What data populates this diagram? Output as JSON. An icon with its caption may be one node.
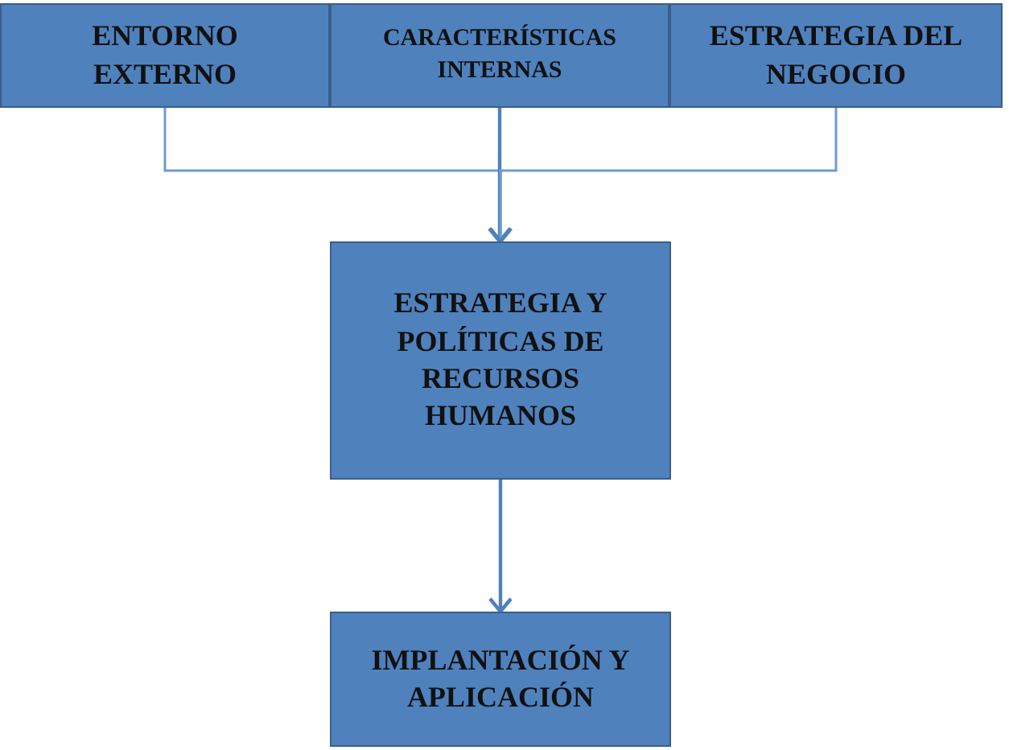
{
  "diagram": {
    "nodes": [
      {
        "text": [
          "ENTORNO EXTERNO"
        ]
      },
      {
        "text": [
          "CARACTERÍSTICAS INTERNAS"
        ]
      },
      {
        "text": [
          "ESTRATEGIA DEL NEGOCIO"
        ]
      },
      {
        "text": [
          "ESTRATEGIA Y POLÍTICAS DE RECURSOS HUMANOS"
        ]
      },
      {
        "text": [
          "IMPLANTACIÓN Y APLICACIÓN"
        ]
      }
    ],
    "edges": [
      {
        "from": 0,
        "to": 3,
        "arrow": "to"
      },
      {
        "from": 1,
        "to": 3,
        "arrow": "to"
      },
      {
        "from": 2,
        "to": 3,
        "arrow": "to"
      },
      {
        "from": 3,
        "to": 4,
        "arrow": "to"
      }
    ]
  }
}
